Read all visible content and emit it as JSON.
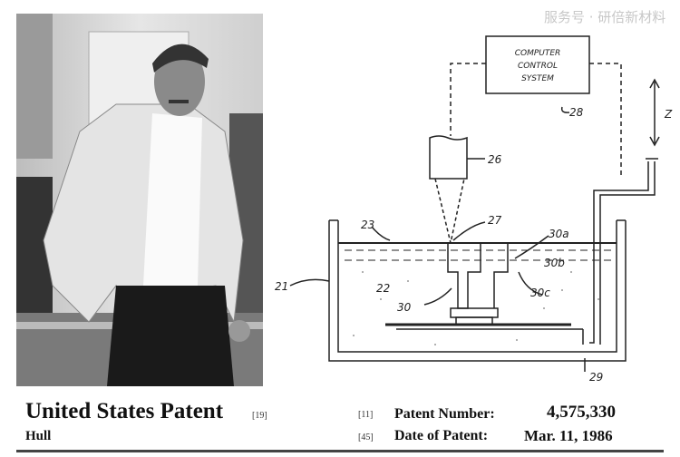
{
  "diagram": {
    "box_lines": [
      "COMPUTER",
      "CONTROL",
      "SYSTEM"
    ],
    "labels": {
      "l28": "28",
      "l26": "26",
      "l27": "27",
      "l23": "23",
      "l30a": "30a",
      "l30b": "30b",
      "l30c": "30c",
      "l21": "21",
      "l22": "22",
      "l30": "30",
      "l29": "29",
      "z": "Z"
    }
  },
  "patent": {
    "title": "United States Patent",
    "title_ref": "[19]",
    "inventor": "Hull",
    "number_ref": "[11]",
    "number_label": "Patent Number:",
    "number_value": "4,575,330",
    "date_ref": "[45]",
    "date_label": "Date of Patent:",
    "date_value": "Mar. 11, 1986"
  },
  "watermark": "服务号 · 研倍新材料"
}
